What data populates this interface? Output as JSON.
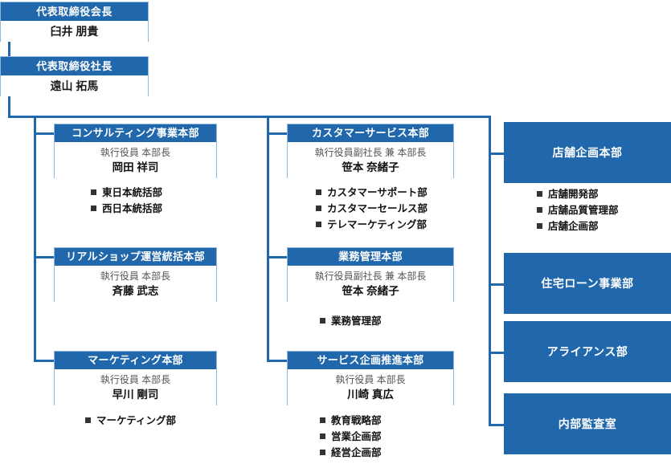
{
  "colors": {
    "brand_blue": "#2167AC",
    "box_border": "#8FB8DC",
    "bullet": "#333333",
    "title_gray": "#555555"
  },
  "executives": [
    {
      "title": "代表取締役会長",
      "name": "臼井 朋貴"
    },
    {
      "title": "代表取締役社長",
      "name": "遠山 拓馬"
    }
  ],
  "columns": {
    "left": [
      {
        "head": "コンサルティング事業本部",
        "role": "執行役員 本部長",
        "person": "岡田 祥司",
        "departments": [
          "東日本統括部",
          "西日本統括部"
        ]
      },
      {
        "head": "リアルショップ運営統括本部",
        "role": "執行役員 本部長",
        "person": "斉藤 武志",
        "departments": []
      },
      {
        "head": "マーケティング本部",
        "role": "執行役員 本部長",
        "person": "早川 剛司",
        "departments": [
          "マーケティング部"
        ]
      }
    ],
    "middle": [
      {
        "head": "カスタマーサービス本部",
        "role": "執行役員副社長 兼 本部長",
        "person": "笹本 奈緒子",
        "departments": [
          "カスタマーサポート部",
          "カスタマーセールス部",
          "テレマーケティング部"
        ]
      },
      {
        "head": "業務管理本部",
        "role": "執行役員副社長 兼 本部長",
        "person": "笹本 奈緒子",
        "departments": [
          "業務管理部"
        ]
      },
      {
        "head": "サービス企画推進本部",
        "role": "執行役員 本部長",
        "person": "川崎 真広",
        "departments": [
          "教育戦略部",
          "営業企画部",
          "経営企画部"
        ]
      }
    ],
    "right": [
      {
        "head": "店舗企画本部",
        "departments": [
          "店舗開発部",
          "店舗品質管理部",
          "店舗企画部"
        ]
      },
      {
        "head": "住宅ローン事業部",
        "departments": []
      },
      {
        "head": "アライアンス部",
        "departments": []
      },
      {
        "head": "内部監査室",
        "departments": []
      }
    ]
  }
}
